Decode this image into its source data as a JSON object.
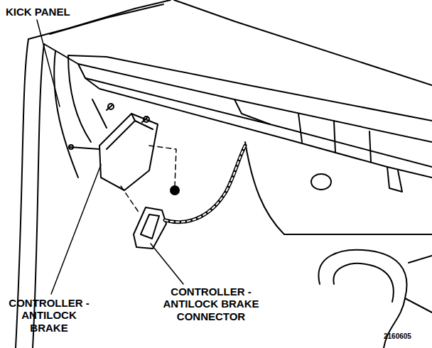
{
  "diagram": {
    "labels": [
      "KICK PANEL",
      "CONTROLLER - ANTILOCK BRAKE",
      "CONTROLLER - ANTILOCK BRAKE CONNECTOR",
      "2160605"
    ]
  }
}
